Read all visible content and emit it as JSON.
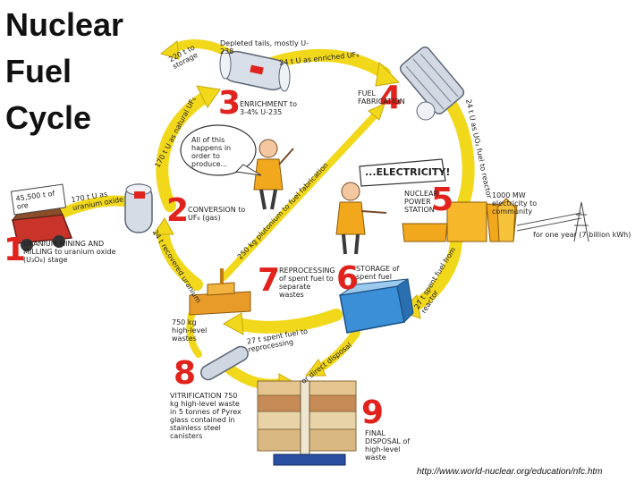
{
  "title": {
    "line1": "Nuclear",
    "line2": "Fuel",
    "line3": "Cycle"
  },
  "colors": {
    "arrow": "#f2d81b",
    "arrow_edge": "#c9a80a",
    "number": "#e0231c",
    "ink": "#2a2a2a",
    "water": "#3a8fd6"
  },
  "stages": [
    {
      "number": "1",
      "label": "URANIUM MINING AND MILLING to uranium oxide (U₃O₈) stage"
    },
    {
      "number": "2",
      "label": "CONVERSION to UF₆ (gas)"
    },
    {
      "number": "3",
      "label": "ENRICHMENT to 3-4% U-235"
    },
    {
      "number": "4",
      "label": "FUEL FABRICATION"
    },
    {
      "number": "5",
      "label": "NUCLEAR POWER STATION"
    },
    {
      "number": "6",
      "label": "STORAGE of spent fuel"
    },
    {
      "number": "7",
      "label": "REPROCESSING of spent fuel to separate wastes"
    },
    {
      "number": "8",
      "label": "VITRIFICATION 750 kg high-level waste in 5 tonnes of Pyrex glass contained in stainless steel canisters"
    },
    {
      "number": "9",
      "label": "FINAL DISPOSAL of high-level waste"
    }
  ],
  "arrows": {
    "tails": "220 t to storage",
    "depleted": "Depleted tails, mostly U-238",
    "enriched": "24 t U as enriched UF₆",
    "natural": "170 t U as natural UF₆",
    "oxide": "170 t U as uranium oxide",
    "to_station": "24 t U as UO₂ fuel to reactor",
    "recycle": "24 t recovered uranium",
    "plutonium": "250 kg plutonium to fuel fabrication",
    "spent_to_storage": "27 t spent fuel from reactor",
    "spent_to_reprocess": "27 t spent fuel to reprocessing",
    "direct": "or direct disposal"
  },
  "notes": {
    "ore": "45,500 t of ore",
    "hlw": "750 kg high-level wastes",
    "bubble": "All of this happens in order to produce...",
    "electricity": "...ELECTRICITY!",
    "output": "1000 MW electricity to community",
    "yearly": "for one year (7 billion kWh)"
  },
  "credit": "http://www.world-nuclear.org/education/nfc.htm"
}
